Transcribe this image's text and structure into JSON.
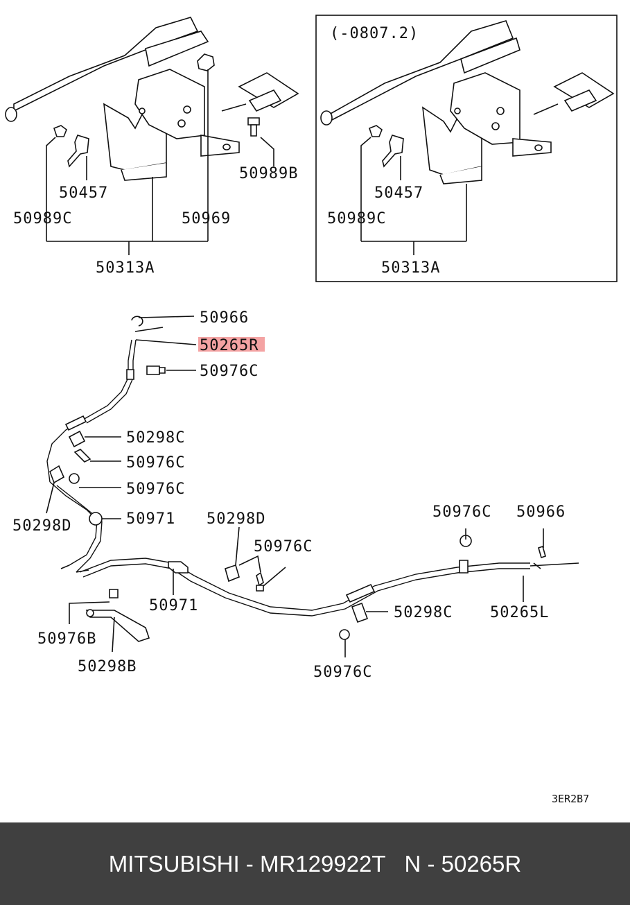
{
  "diagram": {
    "labels": {
      "l_50457_a": "50457",
      "l_50989c_a": "50989C",
      "l_50969": "50969",
      "l_50989b": "50989B",
      "l_50313a_a": "50313A",
      "l_range": "(-0807.2)",
      "l_50457_b": "50457",
      "l_50989c_b": "50989C",
      "l_50313a_b": "50313A",
      "l_50966_a": "50966",
      "l_50265r": "50265R",
      "l_50976c_1": "50976C",
      "l_50298c_1": "50298C",
      "l_50976c_2": "50976C",
      "l_50976c_3": "50976C",
      "l_50298d_left": "50298D",
      "l_50971_a": "50971",
      "l_50298d_mid": "50298D",
      "l_50976c_4": "50976C",
      "l_50976c_5": "50976C",
      "l_50966_b": "50966",
      "l_50971_b": "50971",
      "l_50976b": "50976B",
      "l_50298b": "50298B",
      "l_50976c_6": "50976C",
      "l_50298c_2": "50298C",
      "l_50265l": "50265L",
      "code": "3ER2B7"
    },
    "highlight_color": "#f4a3a3"
  },
  "footer": {
    "caption": "MITSUBISHI - MR129922T   N - 50265R",
    "background": "#404040",
    "text_color": "#ffffff"
  }
}
